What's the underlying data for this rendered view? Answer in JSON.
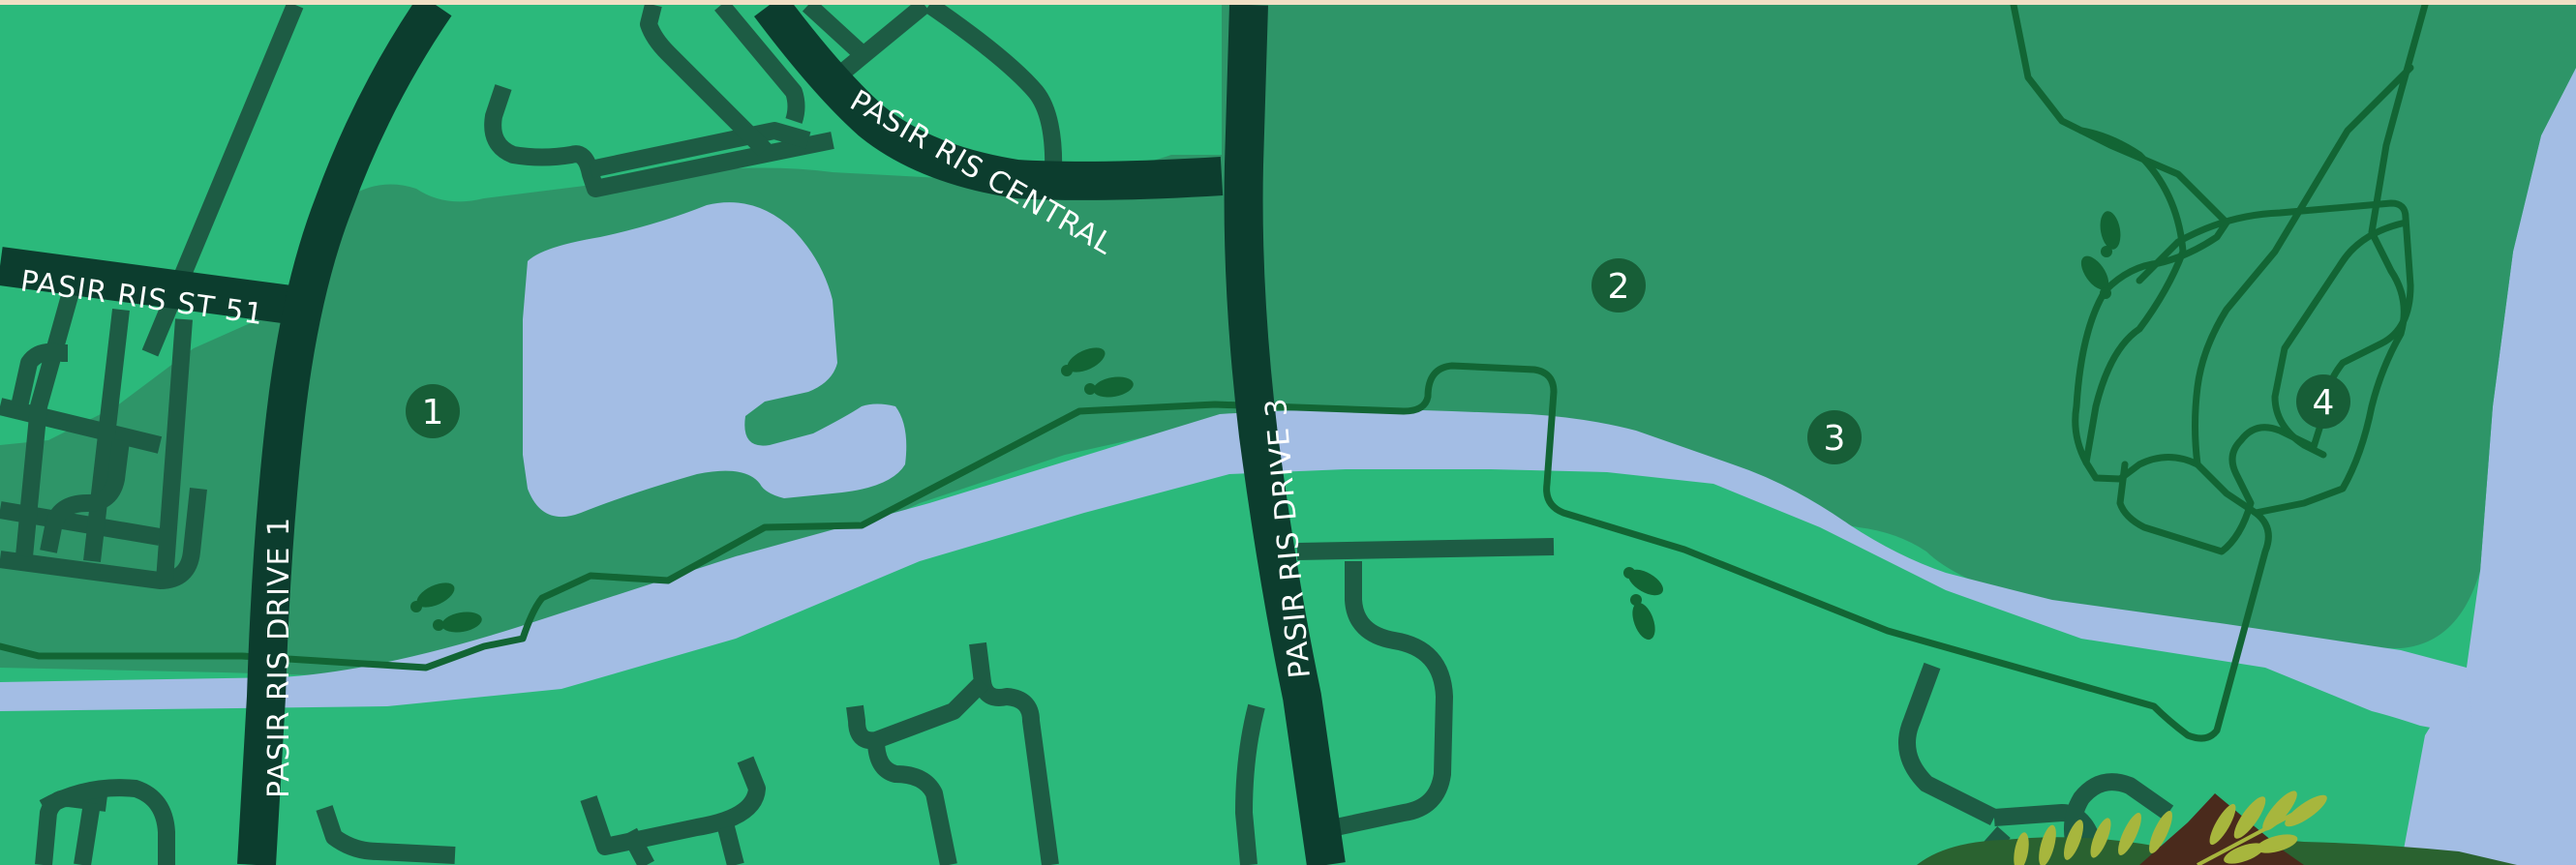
{
  "colors": {
    "top_border": "#f1dfc4",
    "grass": "#2bb97b",
    "forest": "#2e9568",
    "water": "#a3bde4",
    "path": "#126534",
    "major_road": "#0c3d2e",
    "minor_road": "#1d5c44",
    "marker": "#175e37",
    "label_text": "#ffffff",
    "foliage": "#a7b63d",
    "foliage_dark": "#2a6230",
    "hut": "#4a2a1c"
  },
  "roads": {
    "pasir_ris_st_51": "PASIR RIS ST 51",
    "pasir_ris_drive_1": "PASIR RIS DRIVE 1",
    "pasir_ris_central": "PASIR RIS CENTRAL",
    "pasir_ris_drive_3": "PASIR RIS DRIVE 3"
  },
  "markers": [
    {
      "id": "marker-1",
      "label": "1"
    },
    {
      "id": "marker-2",
      "label": "2"
    },
    {
      "id": "marker-3",
      "label": "3"
    },
    {
      "id": "marker-4",
      "label": "4"
    }
  ],
  "icons": {
    "footprints": "footprints-icon",
    "foliage": "foliage-decoration",
    "hut": "hut-roof-icon"
  }
}
